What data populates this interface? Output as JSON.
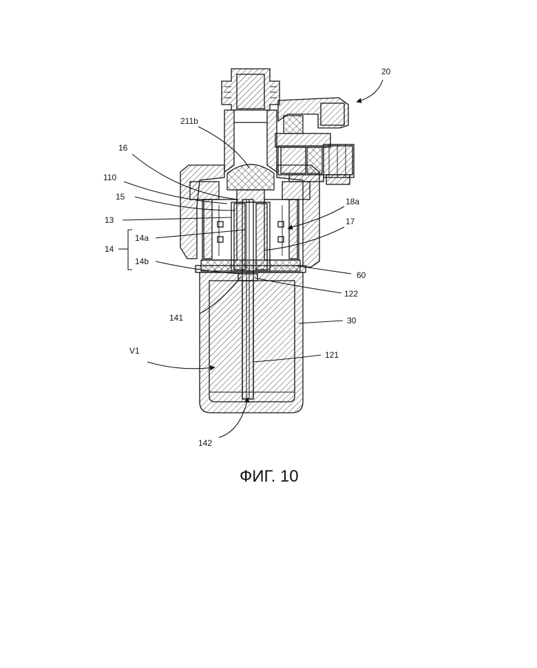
{
  "figure": {
    "caption": "ФИГ. 10",
    "labels": {
      "l20": "20",
      "l211b": "211b",
      "l16": "16",
      "l110": "110",
      "l15": "15",
      "l13": "13",
      "l14": "14",
      "l14a": "14a",
      "l14b": "14b",
      "l18a": "18a",
      "l17": "17",
      "l60": "60",
      "l122": "122",
      "l141": "141",
      "l30": "30",
      "lV1": "V1",
      "l121": "121",
      "l142": "142"
    }
  }
}
